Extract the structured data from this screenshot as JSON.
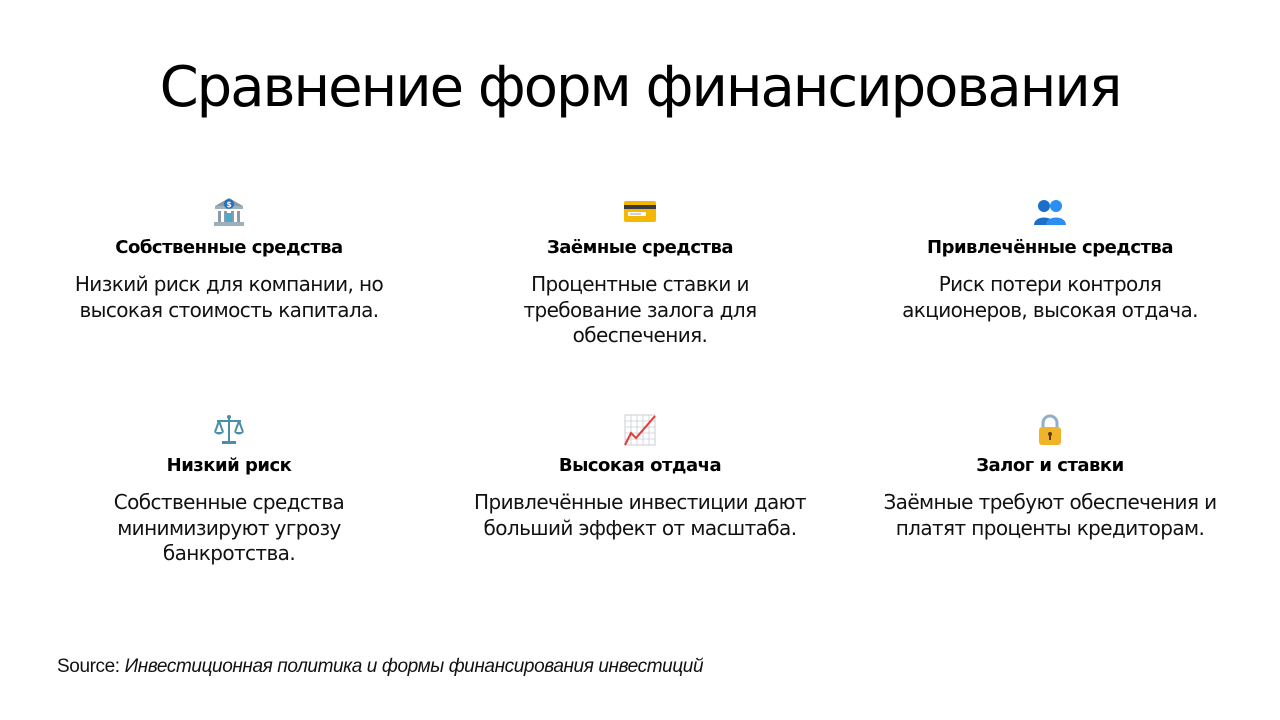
{
  "slide": {
    "title": "Сравнение форм финансирования"
  },
  "cards": [
    {
      "icon": "bank-icon",
      "heading": "Собственные средства",
      "body": "Низкий риск для компании, но высокая стоимость капитала."
    },
    {
      "icon": "credit-card-icon",
      "heading": "Заёмные средства",
      "body": "Процентные ставки и требование залога для обеспечения."
    },
    {
      "icon": "people-icon",
      "heading": "Привлечённые средства",
      "body": "Риск потери контроля акционеров, высокая отдача."
    },
    {
      "icon": "scales-icon",
      "heading": "Низкий риск",
      "body": "Собственные средства минимизируют угрозу банкротства."
    },
    {
      "icon": "chart-increasing-icon",
      "heading": "Высокая отдача",
      "body": "Привлечённые инвестиции дают больший эффект от масштаба."
    },
    {
      "icon": "lock-icon",
      "heading": "Залог и ставки",
      "body": "Заёмные требуют обеспечения и платят проценты кредиторам."
    }
  ],
  "source": {
    "label": "Source:",
    "title": "Инвестиционная политика и формы финансирования инвестиций"
  },
  "colors": {
    "text": "#000000",
    "background": "#ffffff"
  }
}
